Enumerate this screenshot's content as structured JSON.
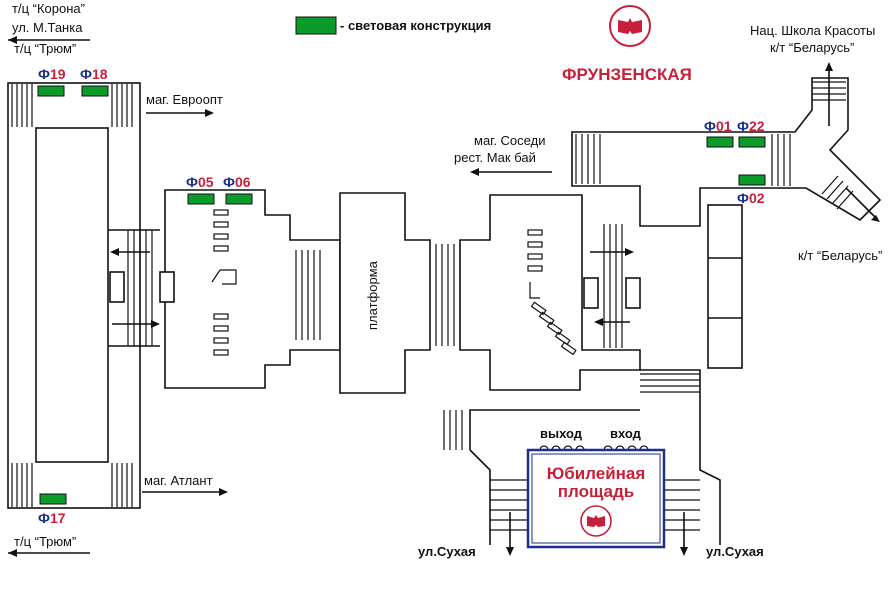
{
  "legend": {
    "text": "- световая конструкция"
  },
  "stations": {
    "main": "ФРУНЗЕНСКАЯ",
    "box_line1": "Юбилейная",
    "box_line2": "площадь"
  },
  "labels": {
    "top_left_1": "т/ц “Корона”",
    "top_left_2": "ул. М.Танка",
    "top_left_3": "т/ц “Трюм”",
    "bottom_left": "т/ц “Трюм”",
    "evroopt": "маг. Евроопт",
    "atlant": "маг. Атлант",
    "sosedi": "маг. Соседи",
    "mcdonalds": "рест. Мак бай",
    "school_1": "Нац. Школа Красоты",
    "school_2": "к/т “Беларусь”",
    "cinema": "к/т “Беларусь”",
    "platform": "платформа",
    "exit": "выход",
    "entry": "вход",
    "street_left": "ул.Сухая",
    "street_right": "ул.Сухая"
  },
  "codes": {
    "f19": {
      "prefix": "Ф",
      "num": "19"
    },
    "f18": {
      "prefix": "Ф",
      "num": "18"
    },
    "f05": {
      "prefix": "Ф",
      "num": "05"
    },
    "f06": {
      "prefix": "Ф",
      "num": "06"
    },
    "f01": {
      "prefix": "Ф",
      "num": "01"
    },
    "f22": {
      "prefix": "Ф",
      "num": "22"
    },
    "f02": {
      "prefix": "Ф",
      "num": "02"
    },
    "f17": {
      "prefix": "Ф",
      "num": "17"
    }
  },
  "colors": {
    "code_prefix": "#1c2f8a",
    "code_number": "#c8203a",
    "station_red": "#c8203a",
    "light_box": "#0c9a2a",
    "box_border": "#1c2f8a"
  }
}
